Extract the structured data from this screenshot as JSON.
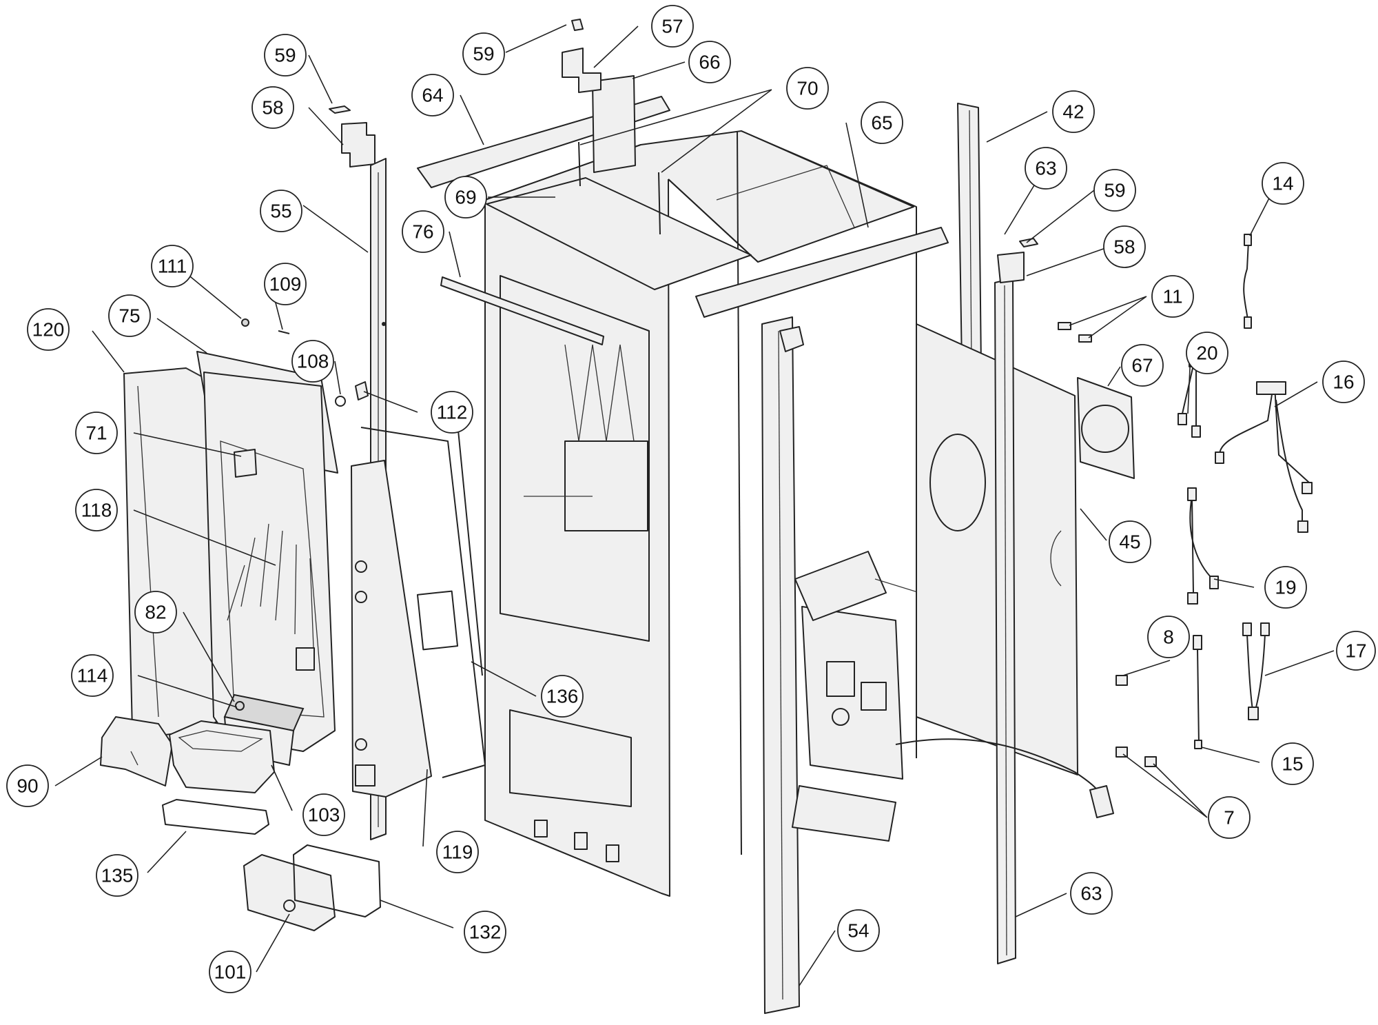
{
  "callouts": [
    {
      "id": "c59a",
      "label": "59"
    },
    {
      "id": "c58a",
      "label": "58"
    },
    {
      "id": "c55",
      "label": "55"
    },
    {
      "id": "c111",
      "label": "111"
    },
    {
      "id": "c109",
      "label": "109"
    },
    {
      "id": "c75",
      "label": "75"
    },
    {
      "id": "c120",
      "label": "120"
    },
    {
      "id": "c108",
      "label": "108"
    },
    {
      "id": "c112",
      "label": "112"
    },
    {
      "id": "c71",
      "label": "71"
    },
    {
      "id": "c118",
      "label": "118"
    },
    {
      "id": "c82",
      "label": "82"
    },
    {
      "id": "c114",
      "label": "114"
    },
    {
      "id": "c90",
      "label": "90"
    },
    {
      "id": "c103",
      "label": "103"
    },
    {
      "id": "c135",
      "label": "135"
    },
    {
      "id": "c119",
      "label": "119"
    },
    {
      "id": "c101",
      "label": "101"
    },
    {
      "id": "c132",
      "label": "132"
    },
    {
      "id": "c59b",
      "label": "59"
    },
    {
      "id": "c57",
      "label": "57"
    },
    {
      "id": "c66",
      "label": "66"
    },
    {
      "id": "c64",
      "label": "64"
    },
    {
      "id": "c70",
      "label": "70"
    },
    {
      "id": "c69",
      "label": "69"
    },
    {
      "id": "c76",
      "label": "76"
    },
    {
      "id": "c65",
      "label": "65"
    },
    {
      "id": "c136",
      "label": "136"
    },
    {
      "id": "c54",
      "label": "54"
    },
    {
      "id": "c42",
      "label": "42"
    },
    {
      "id": "c63a",
      "label": "63"
    },
    {
      "id": "c59c",
      "label": "59"
    },
    {
      "id": "c58b",
      "label": "58"
    },
    {
      "id": "c11",
      "label": "11"
    },
    {
      "id": "c67",
      "label": "67"
    },
    {
      "id": "c45",
      "label": "45"
    },
    {
      "id": "c63b",
      "label": "63"
    },
    {
      "id": "c14",
      "label": "14"
    },
    {
      "id": "c20",
      "label": "20"
    },
    {
      "id": "c16",
      "label": "16"
    },
    {
      "id": "c19",
      "label": "19"
    },
    {
      "id": "c8",
      "label": "8"
    },
    {
      "id": "c17",
      "label": "17"
    },
    {
      "id": "c15",
      "label": "15"
    },
    {
      "id": "c7",
      "label": "7"
    }
  ]
}
